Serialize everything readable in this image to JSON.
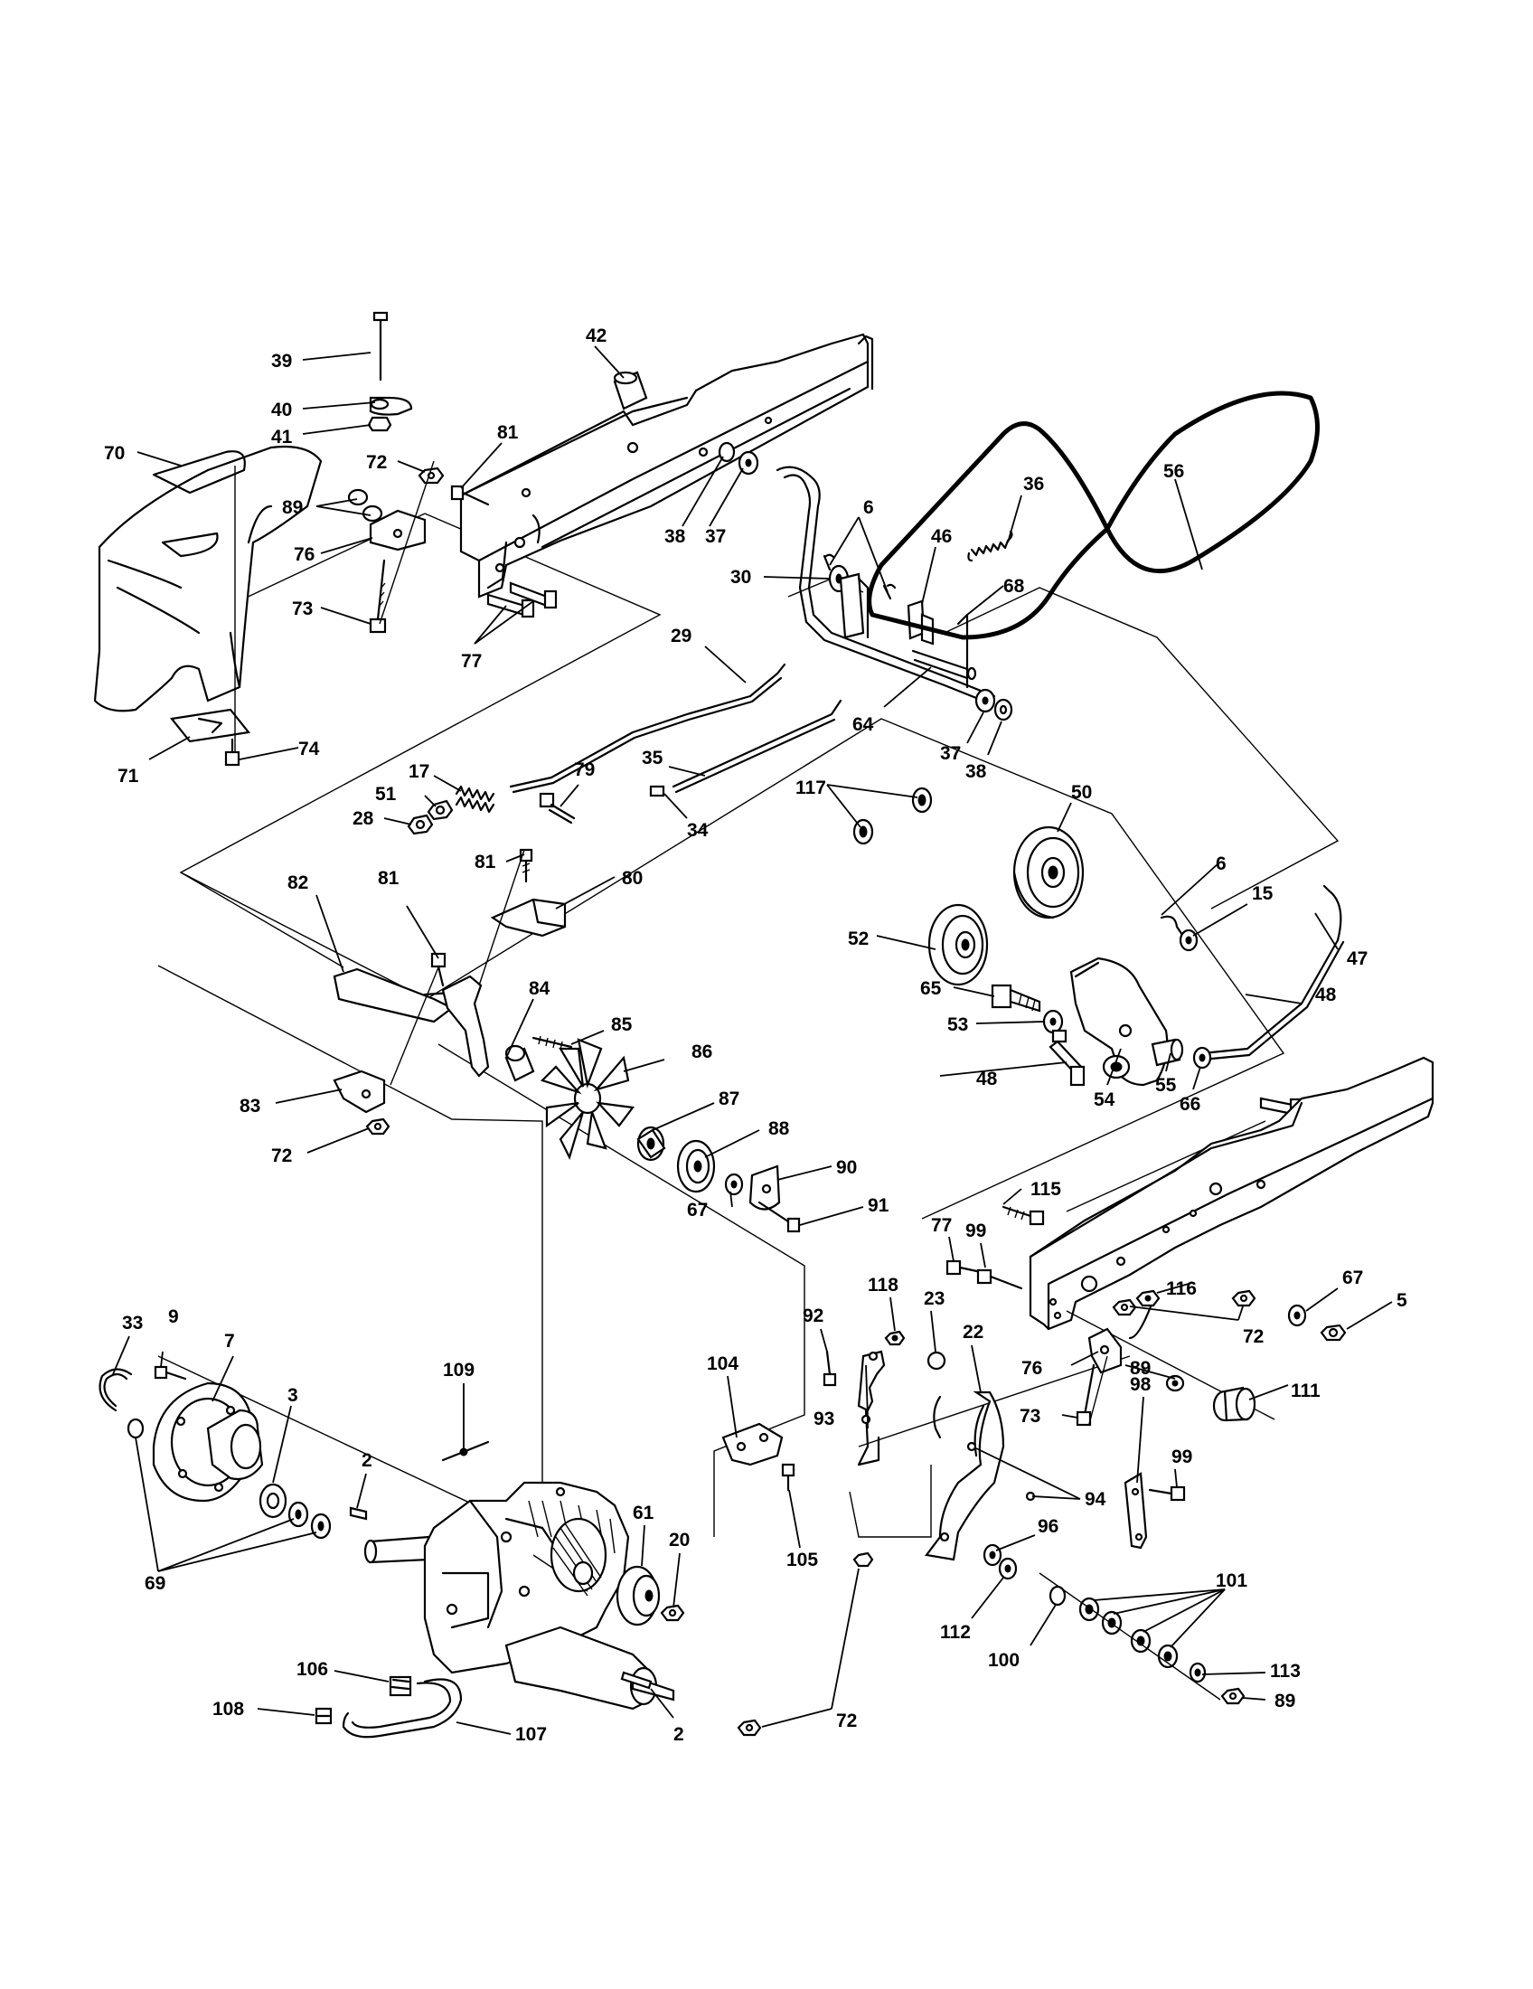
{
  "callouts": {
    "c39": "39",
    "c40": "40",
    "c41": "41",
    "c70": "70",
    "c72a": "72",
    "c81a": "81",
    "c89a": "89",
    "c76a": "76",
    "c73a": "73",
    "c77a": "77",
    "c71": "71",
    "c74": "74",
    "c42": "42",
    "c38a": "38",
    "c37a": "37",
    "c6a": "6",
    "c36": "36",
    "c56": "56",
    "c46": "46",
    "c30": "30",
    "c68": "68",
    "c29": "29",
    "c64": "64",
    "c37b": "37",
    "c38b": "38",
    "c17": "17",
    "c51": "51",
    "c28": "28",
    "c79": "79",
    "c35": "35",
    "c34": "34",
    "c117": "117",
    "c50": "50",
    "c81b": "81",
    "c82": "82",
    "c81c": "81",
    "c80": "80",
    "c6b": "6",
    "c15": "15",
    "c52": "52",
    "c65": "65",
    "c47": "47",
    "c53": "53",
    "c48a": "48",
    "c84": "84",
    "c85": "85",
    "c86": "86",
    "c48b": "48",
    "c54": "54",
    "c55": "55",
    "c66": "66",
    "c83": "83",
    "c72b": "72",
    "c87": "87",
    "c88": "88",
    "c90": "90",
    "c67a": "67",
    "c91": "91",
    "c115": "115",
    "c77b": "77",
    "c99a": "99",
    "c67b": "67",
    "c5": "5",
    "c116": "116",
    "c72c": "72",
    "c33": "33",
    "c9": "9",
    "c7": "7",
    "c109": "109",
    "c92": "92",
    "c118": "118",
    "c23": "23",
    "c22": "22",
    "c104": "104",
    "c76b": "76",
    "c89b": "89",
    "c111": "111",
    "c3": "3",
    "c73b": "73",
    "c93": "93",
    "c98": "98",
    "c99b": "99",
    "c94": "94",
    "c2a": "2",
    "c61": "61",
    "c20": "20",
    "c105": "105",
    "c96": "96",
    "c101": "101",
    "c69": "69",
    "c112": "112",
    "c100": "100",
    "c106": "106",
    "c113": "113",
    "c108": "108",
    "c107": "107",
    "c2b": "2",
    "c72d": "72",
    "c89c": "89"
  }
}
